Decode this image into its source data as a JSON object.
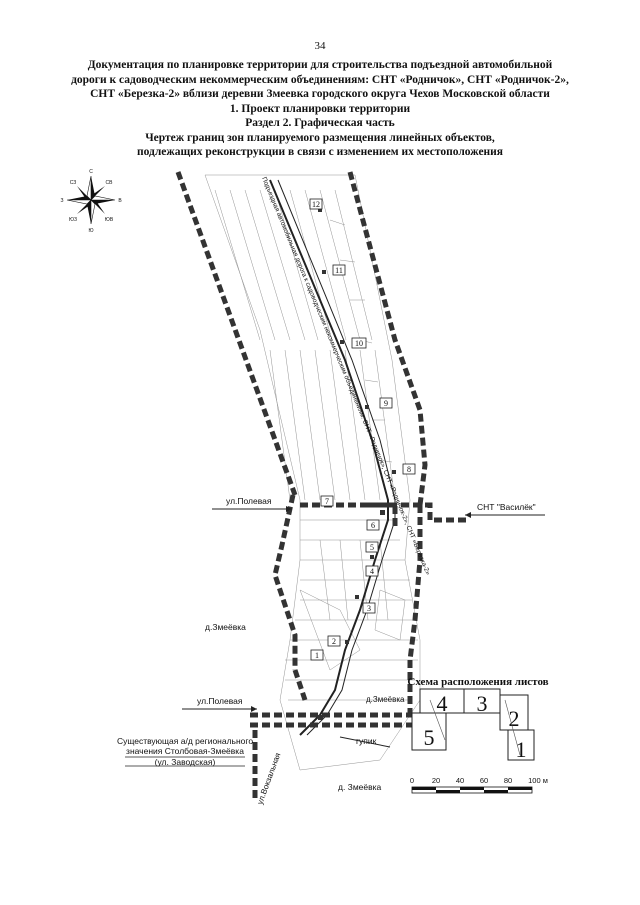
{
  "page_number": "34",
  "title_lines": [
    "Документация по планировке территории для строительства подъездной автомобильной",
    "дороги к садоводческим некоммерческим объединениям: СНТ «Родничок», СНТ «Родничок-2»,",
    "СНТ «Березка-2» вблизи деревни Змеевка городского округа Чехов Московской области",
    "1. Проект планировки территории",
    "Раздел 2. Графическая часть",
    "Чертеж границ зон планируемого размещения линейных объектов,",
    "подлежащих реконструкции в связи с изменением их местоположения"
  ],
  "map": {
    "road_label": "Подъездная автомобильная дорога к садоводческим некоммерческим объединениям: СНТ «Родничок», СНТ «Родничок-2», СНТ «Березка-2»",
    "labels": {
      "ul_polevaya_1": "ул.Полевая",
      "snt_vasilek": "СНТ \"Василёк\"",
      "d_zmeevka_1": "д.Змеёвка",
      "d_zmeevka_2": "д.Змеёвка",
      "d_zmeevka_3": "д. Змеёвка",
      "ul_polevaya_2": "ул.Полевая",
      "tupik": "тупик",
      "ul_vokzalnaya": "ул.Вокзальная",
      "existing_road_line1": "Существующая а/д регионального",
      "existing_road_line2": "значения Столбовая-Змеёвка",
      "existing_road_line3": "(ул. Заводская)"
    },
    "sheet_markers": [
      "12",
      "11",
      "10",
      "9",
      "8",
      "7",
      "6",
      "5",
      "4",
      "3",
      "2",
      "1"
    ],
    "compass_directions": [
      "С",
      "СВ",
      "В",
      "ЮВ",
      "Ю",
      "ЮЗ",
      "З",
      "СЗ"
    ]
  },
  "sheet_scheme": {
    "title": "Схема расположения листов",
    "sheets": [
      "4",
      "3",
      "2",
      "5",
      "1"
    ]
  },
  "scale_bar": {
    "ticks": [
      "0",
      "20",
      "40",
      "60",
      "80",
      "100 м"
    ]
  }
}
